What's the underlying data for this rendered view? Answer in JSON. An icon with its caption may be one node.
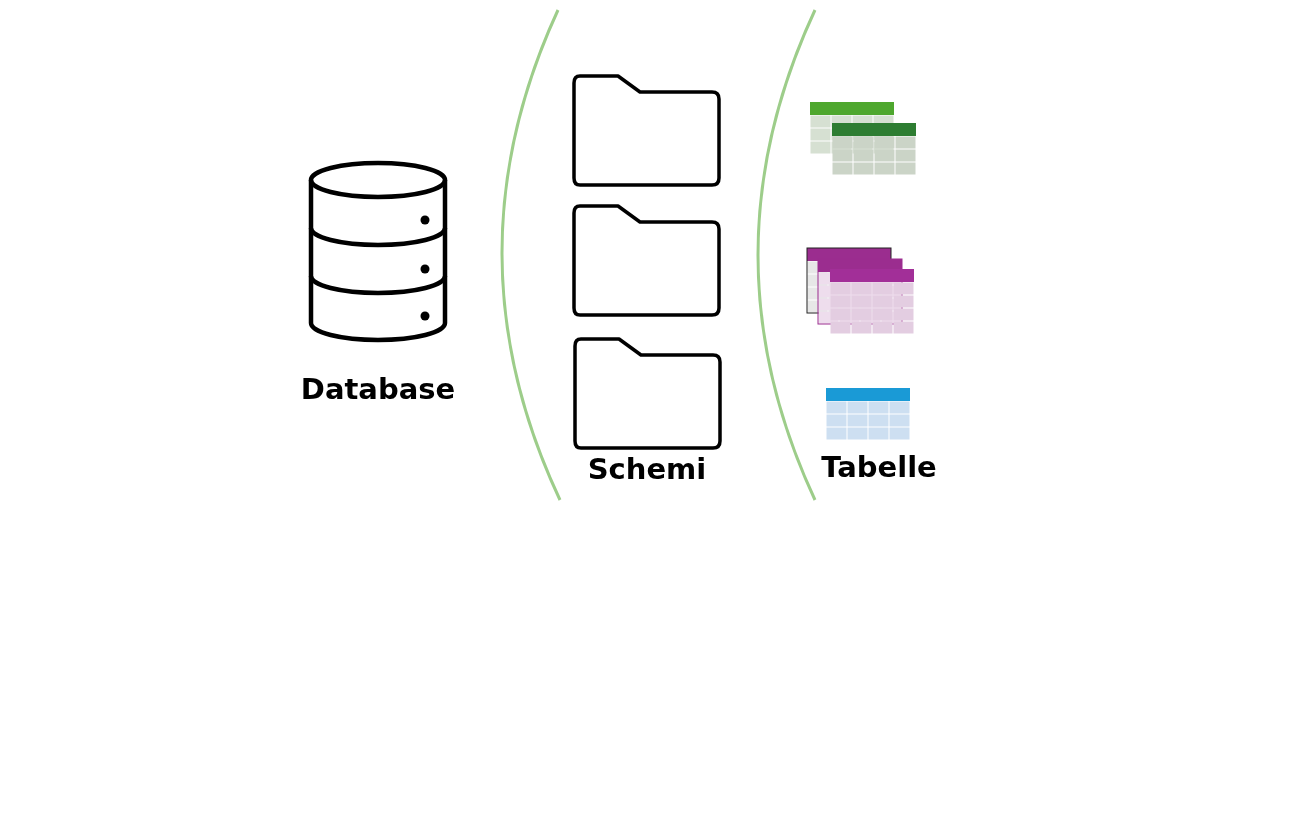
{
  "diagram": {
    "nodes": [
      {
        "text": [
          "Database"
        ]
      },
      {
        "text": [],
        "shape": "folder"
      },
      {
        "text": [],
        "shape": "folder"
      },
      {
        "text": [],
        "shape": "folder"
      },
      {
        "text": [],
        "shape": "picture"
      },
      {
        "text": [],
        "shape": "picture"
      },
      {
        "text": [],
        "shape": "picture"
      }
    ],
    "labels": [
      "Schemi",
      "Tabelle"
    ]
  }
}
